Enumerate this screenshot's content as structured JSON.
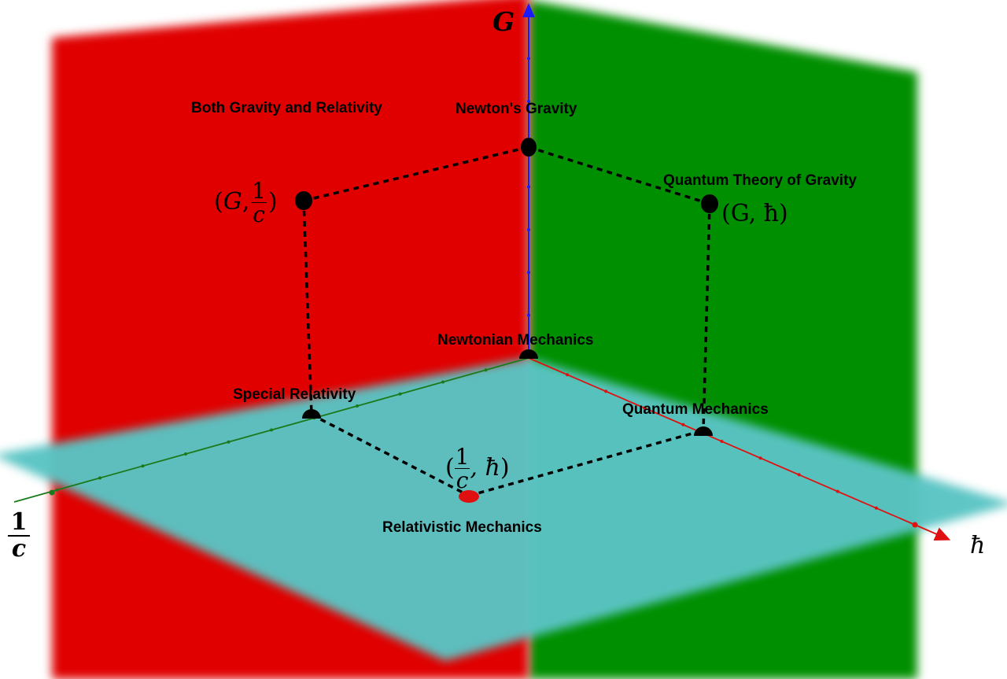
{
  "axes": {
    "g": {
      "symbol": "G",
      "color": "#1a1aff"
    },
    "c": {
      "numerator": "1",
      "denominator": "c",
      "color": "#1a7a1a"
    },
    "hbar": {
      "symbol": "ħ",
      "color": "#e01010"
    }
  },
  "planes": {
    "g_over_c": "#e00000",
    "g_hbar": "#008f00",
    "c_hbar": "#5ac4c4"
  },
  "nodes": {
    "newtonian_mechanics": "Newtonian Mechanics",
    "newtons_gravity": "Newton's Gravity",
    "special_relativity": "Special Relativity",
    "quantum_mechanics": "Quantum Mechanics",
    "relativistic_mechanics": "Relativistic Mechanics",
    "both_gravity_relativity": "Both Gravity and Relativity",
    "quantum_theory_of_gravity": "Quantum Theory of Gravity"
  },
  "coords": {
    "g_c": {
      "open": "(",
      "g": "G",
      "sep": ",",
      "num": "1",
      "den": "c",
      "close": ")"
    },
    "g_hbar": "(G, ħ)",
    "c_hbar": {
      "open": "(",
      "num": "1",
      "den": "c",
      "sep": ", ħ",
      "close": ")"
    }
  }
}
